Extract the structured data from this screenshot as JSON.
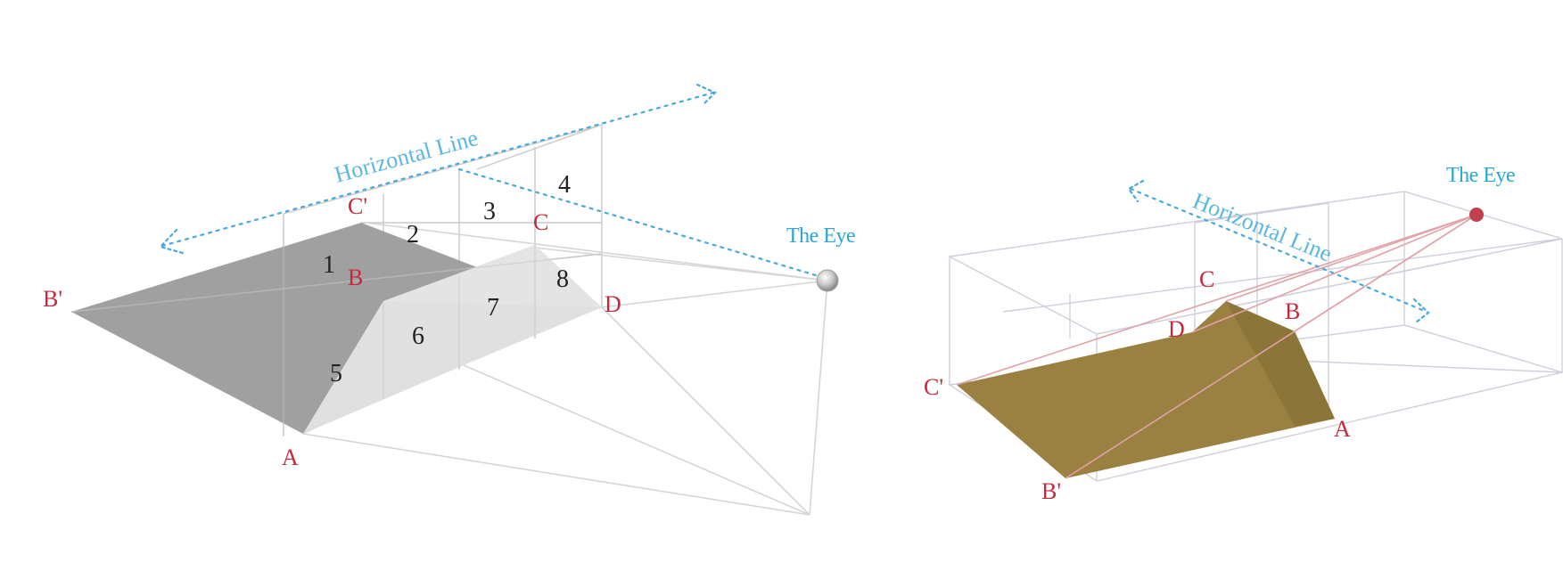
{
  "left": {
    "labels": {
      "c_prime": "C'",
      "c": "C",
      "b": "B",
      "b_prime": "B'",
      "d": "D",
      "a": "A",
      "eye": "The Eye",
      "horizontal_line": "Horizontal Line"
    },
    "regions": [
      "1",
      "2",
      "3",
      "4",
      "5",
      "6",
      "7",
      "8"
    ]
  },
  "right": {
    "labels": {
      "c": "C",
      "d": "D",
      "b": "B",
      "c_prime": "C'",
      "a": "A",
      "b_prime": "B'",
      "eye": "The Eye",
      "horizontal_line": "Horizontal Line"
    }
  },
  "colors": {
    "dark_face": "#9b9b9b",
    "light_face": "#dcdcdc",
    "olive_face": "#9a8142",
    "label_red": "#c8283c",
    "eye_blue": "#2aa6d8",
    "eye_dot_red": "#c2404e"
  }
}
